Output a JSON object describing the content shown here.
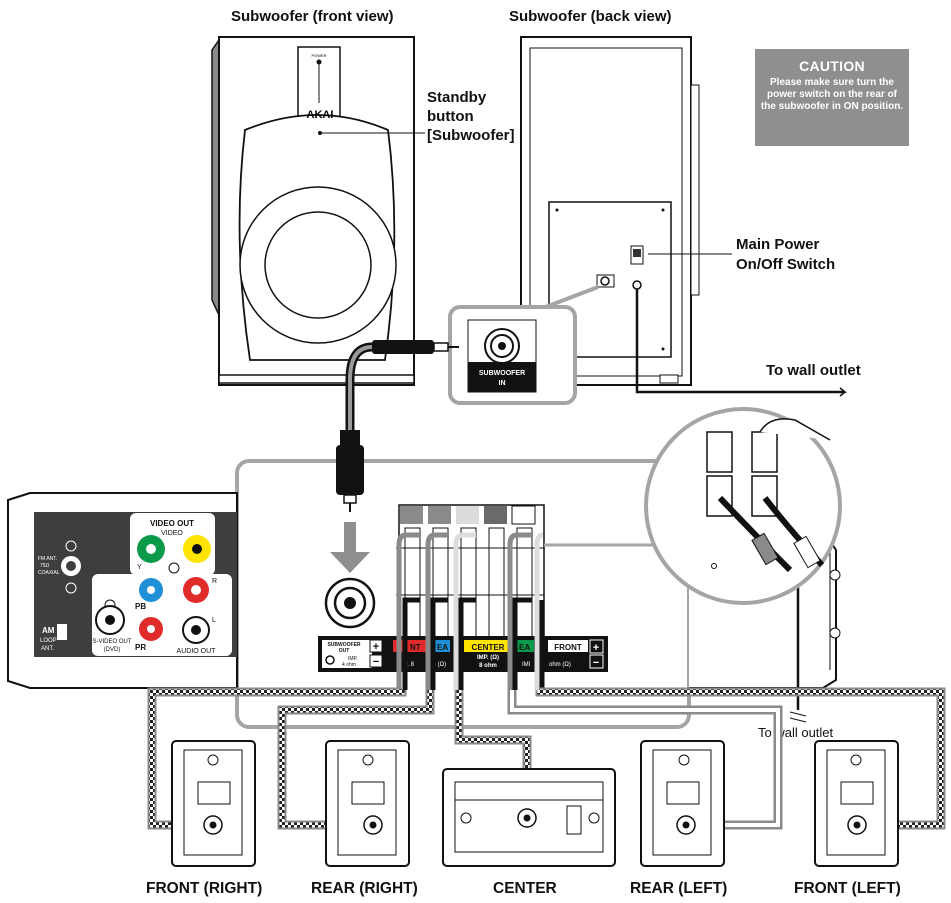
{
  "titles": {
    "sub_front": "Subwoofer (front view)",
    "sub_back": "Subwoofer (back view)"
  },
  "callouts": {
    "standby_1": "Standby",
    "standby_2": "button",
    "standby_3": "[Subwoofer]",
    "main_power_1": "Main Power",
    "main_power_2": "On/Off Switch",
    "wall_outlet_top": "To wall outlet",
    "wall_outlet_bottom": "To wall outlet"
  },
  "caution": {
    "title": "CAUTION",
    "body": "Please make sure turn the power switch on the rear of the subwoofer in ON position."
  },
  "subwoofer": {
    "brand": "AKAI",
    "power_label": "POWER",
    "jack_label_1": "SUBWOOFER",
    "jack_label_2": "IN"
  },
  "receiver": {
    "video_out": "VIDEO OUT",
    "video": "VIDEO",
    "y": "Y",
    "pb": "PB",
    "pr": "PR",
    "r": "R",
    "l": "L",
    "svideo_1": "S-VIDEO OUT",
    "svideo_2": "(DVD)",
    "audio_out": "AUDIO OUT",
    "fm_1": "FM ANT.",
    "fm_2": "75Ω",
    "fm_3": "COAXIAL",
    "am_1": "AM",
    "am_2": "LOOP",
    "am_3": "ANT."
  },
  "terminals": {
    "sub_out_1": "SUBWOOFER",
    "sub_out_2": "OUT",
    "sub_imp_1": "IMP.",
    "sub_imp_2": "4 ohm",
    "front_left_cut": "NT",
    "rear_cut": "EA",
    "center": "CENTER",
    "center_imp": "IMP. (Ω)",
    "center_ohm": "8 ohm",
    "rear2_cut": "EA",
    "front": "FRONT",
    "ohm_partial": "P. 8",
    "ohm_partial2": "m (Ω)",
    "imp_partial": "IMI",
    "ohm_front": "ohm (Ω)",
    "plus": "+",
    "minus": "−"
  },
  "speakers": {
    "front_right": "FRONT (RIGHT)",
    "rear_right": "REAR (RIGHT)",
    "center": "CENTER",
    "rear_left": "REAR (LEFT)",
    "front_left": "FRONT (LEFT)"
  },
  "colors": {
    "green": "#0a9a4a",
    "yellow": "#ffe400",
    "blue": "#1f8fd6",
    "red": "#e12b2b",
    "gray_panel": "#a5a5a5",
    "caution_bg": "#8f8f8f"
  }
}
